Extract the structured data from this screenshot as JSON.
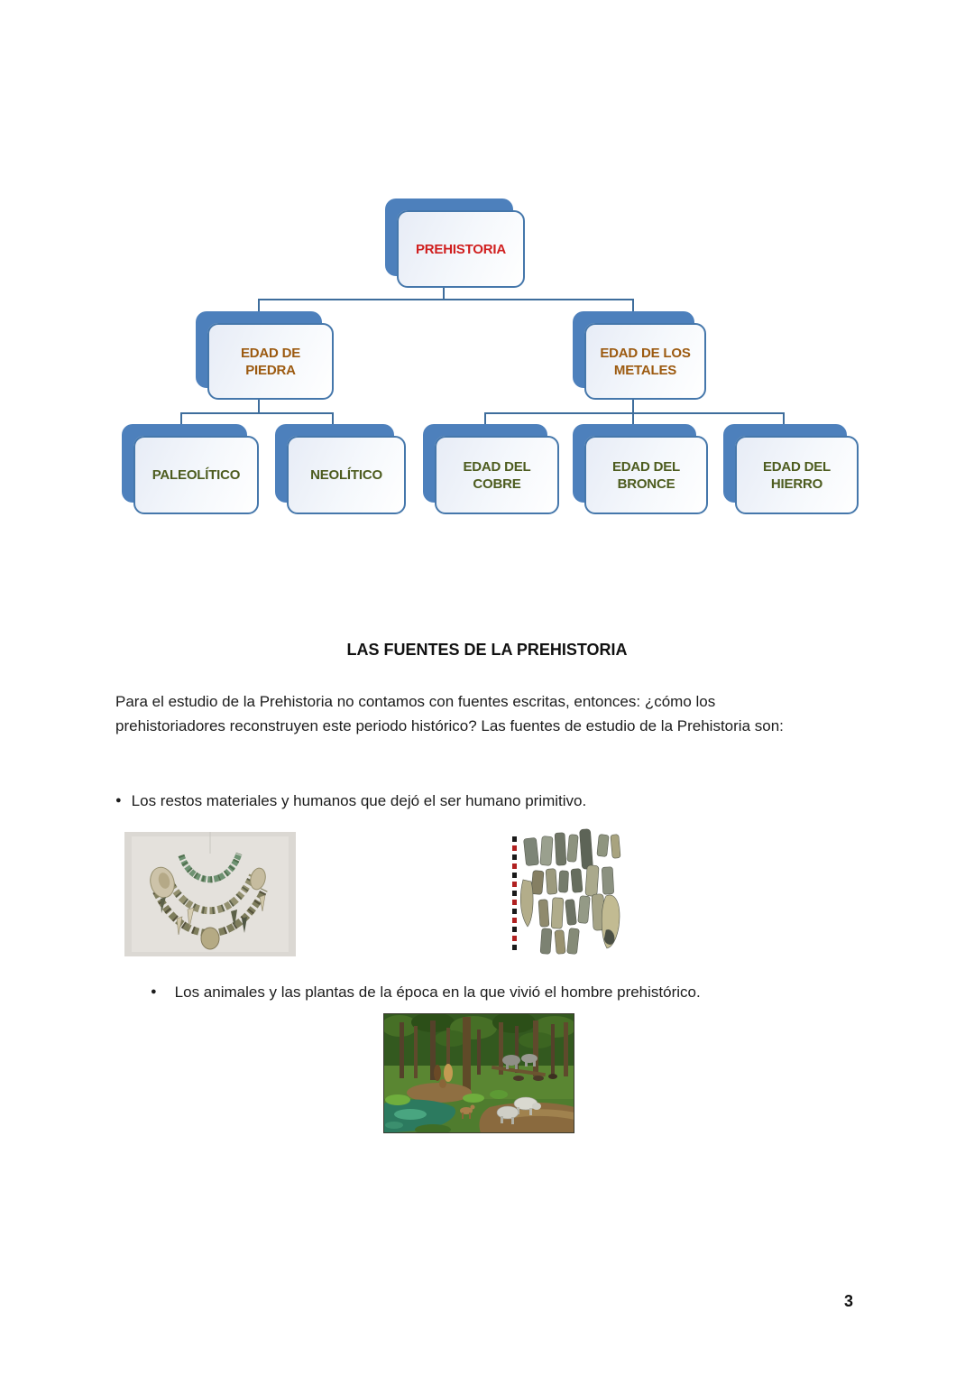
{
  "diagram": {
    "connector_color": "#3e6d9c",
    "box_border_color": "#4577ab",
    "box_shadow_color": "#4d80bc",
    "boxes": [
      {
        "id": "prehistoria",
        "label": "PREHISTORIA",
        "text_color": "#d01f1f"
      },
      {
        "id": "edad-de-piedra",
        "label": "EDAD DE\nPIEDRA",
        "text_color": "#9c5a10"
      },
      {
        "id": "edad-de-los-metales",
        "label": "EDAD DE LOS\nMETALES",
        "text_color": "#9c5a10"
      },
      {
        "id": "paleolitico",
        "label": "PALEOLÍTICO",
        "text_color": "#4d5c1f"
      },
      {
        "id": "neolitico",
        "label": "NEOLÍTICO",
        "text_color": "#4d5c1f"
      },
      {
        "id": "edad-del-cobre",
        "label": "EDAD DEL\nCOBRE",
        "text_color": "#4d5c1f"
      },
      {
        "id": "edad-del-bronce",
        "label": "EDAD DEL\nBRONCE",
        "text_color": "#4d5c1f"
      },
      {
        "id": "edad-del-hierro",
        "label": "EDAD DEL\nHIERRO",
        "text_color": "#4d5c1f"
      }
    ]
  },
  "section": {
    "heading": "LAS FUENTES DE LA PREHISTORIA",
    "paragraph": "Para el estudio de la Prehistoria no contamos con fuentes escritas, entonces: ¿cómo los prehistoriadores reconstruyen este periodo histórico? Las fuentes de estudio de la Prehistoria son:",
    "bullet_marker": "●",
    "bullets": [
      "Los restos materiales y humanos que dejó el ser humano primitivo.",
      "Los animales y las plantas de la época en la que vivió el hombre prehistórico."
    ]
  },
  "figures": {
    "necklace": {
      "alt": "Collar prehistórico de cuentas, conchas y dientes"
    },
    "stone_tools": {
      "alt": "Herramientas de piedra talladas junto a una escala de medición"
    },
    "landscape": {
      "alt": "Bosque con animales y humanos de la época prehistórica"
    }
  },
  "page": {
    "number": "3"
  }
}
